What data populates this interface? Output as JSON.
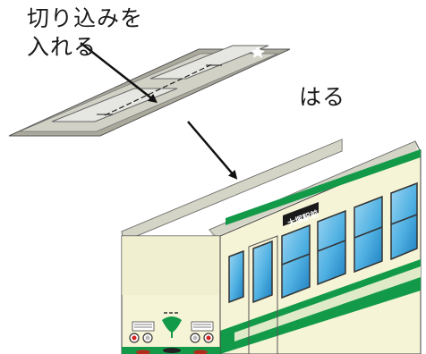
{
  "labels": {
    "instruction_line1": "切り込みを",
    "instruction_line2": "入れる",
    "paste_label": "はる",
    "destination_sign": "大塚駅前"
  },
  "colors": {
    "body_cream": "#f6f4d6",
    "stripe_green": "#139a49",
    "window_blue": "#56b7e6",
    "flap_gray": "#c4c4b6",
    "outline": "#333333"
  }
}
